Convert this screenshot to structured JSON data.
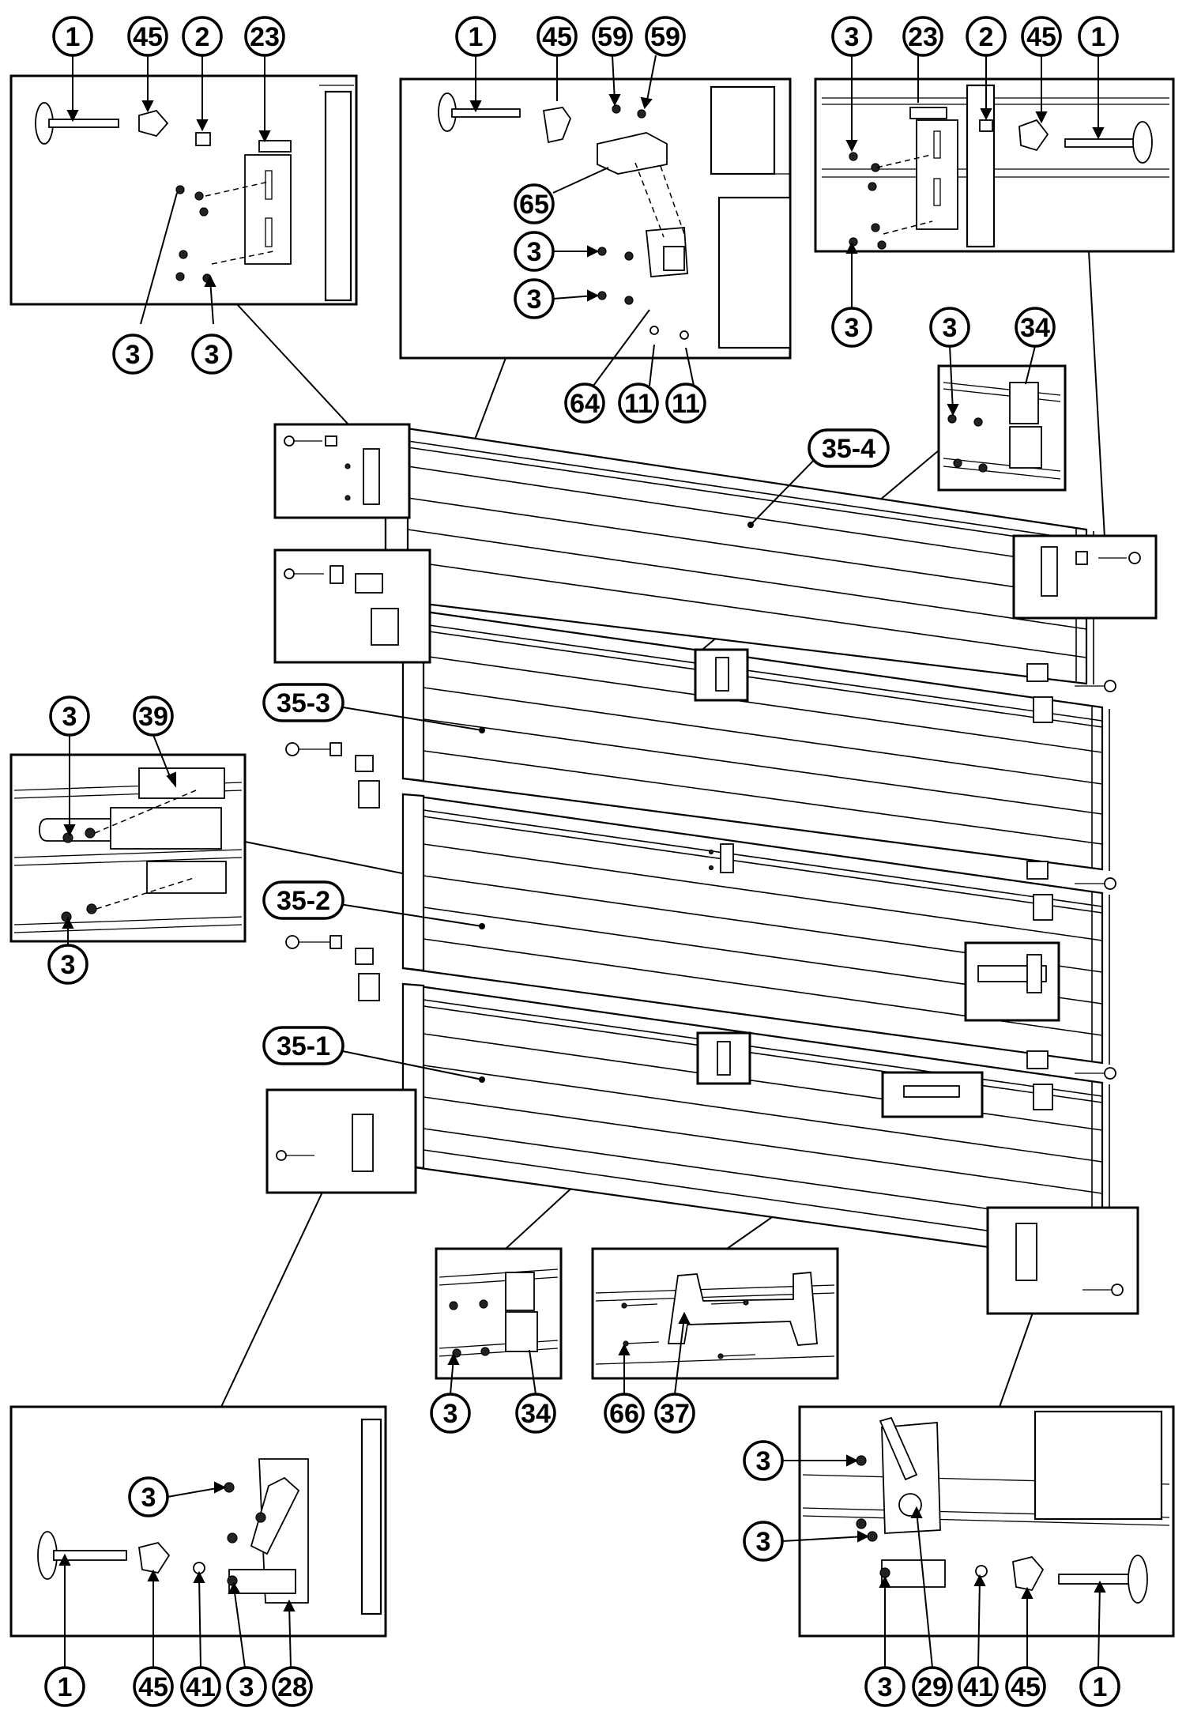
{
  "diagram": {
    "callouts": {
      "c_tl_1": "1",
      "c_tl_45": "45",
      "c_tl_2": "2",
      "c_tl_23": "23",
      "c_tl_3a": "3",
      "c_tl_3b": "3",
      "c_tc_1": "1",
      "c_tc_45": "45",
      "c_tc_59a": "59",
      "c_tc_59b": "59",
      "c_tc_65": "65",
      "c_tc_3a": "3",
      "c_tc_3b": "3",
      "c_tc_64": "64",
      "c_tc_11a": "11",
      "c_tc_11b": "11",
      "c_tr_3a": "3",
      "c_tr_23": "23",
      "c_tr_2": "2",
      "c_tr_45": "45",
      "c_tr_1": "1",
      "c_tr_3b": "3",
      "c_hr_3": "3",
      "c_hr_34": "34",
      "c_ml_3a": "3",
      "c_ml_39": "39",
      "c_ml_3b": "3",
      "c_bc_3": "3",
      "c_bc_34": "34",
      "c_bc_66": "66",
      "c_bc_37": "37",
      "c_bl_3": "3",
      "c_bl_1": "1",
      "c_bl_45": "45",
      "c_bl_41": "41",
      "c_bl_3b": "3",
      "c_bl_28": "28",
      "c_br_3a": "3",
      "c_br_3b": "3",
      "c_br_3c": "3",
      "c_br_29": "29",
      "c_br_41": "41",
      "c_br_45": "45",
      "c_br_1": "1"
    },
    "section_labels": {
      "s_35_4": "35-4",
      "s_35_3": "35-3",
      "s_35_2": "35-2",
      "s_35_1": "35-1"
    }
  }
}
